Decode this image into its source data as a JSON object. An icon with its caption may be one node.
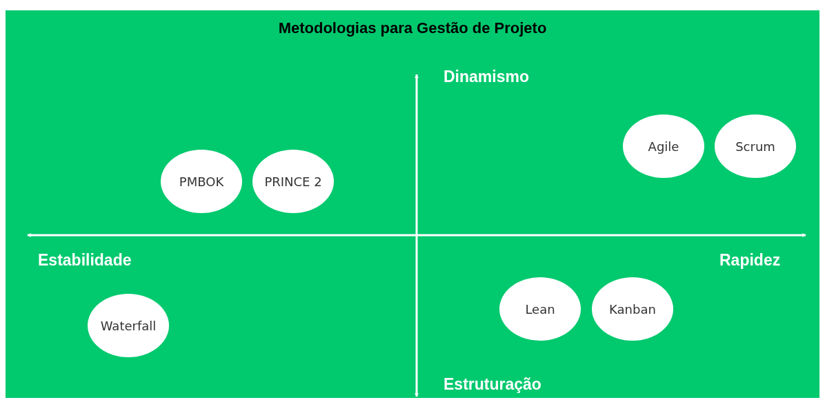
{
  "diagram": {
    "title": "Metodologias para Gestão de Projeto",
    "nodes": [
      {
        "text": [
          "Agile"
        ]
      },
      {
        "text": [
          "Scrum"
        ]
      },
      {
        "text": [
          "PMBOK"
        ]
      },
      {
        "text": [
          "PRINCE 2"
        ]
      },
      {
        "text": [
          "Lean"
        ]
      },
      {
        "text": [
          "Kanban"
        ]
      },
      {
        "text": [
          "Waterfall"
        ]
      }
    ],
    "labels": [
      "Dinamismo",
      "Estabilidade",
      "Rapidez",
      "Estruturação"
    ]
  }
}
